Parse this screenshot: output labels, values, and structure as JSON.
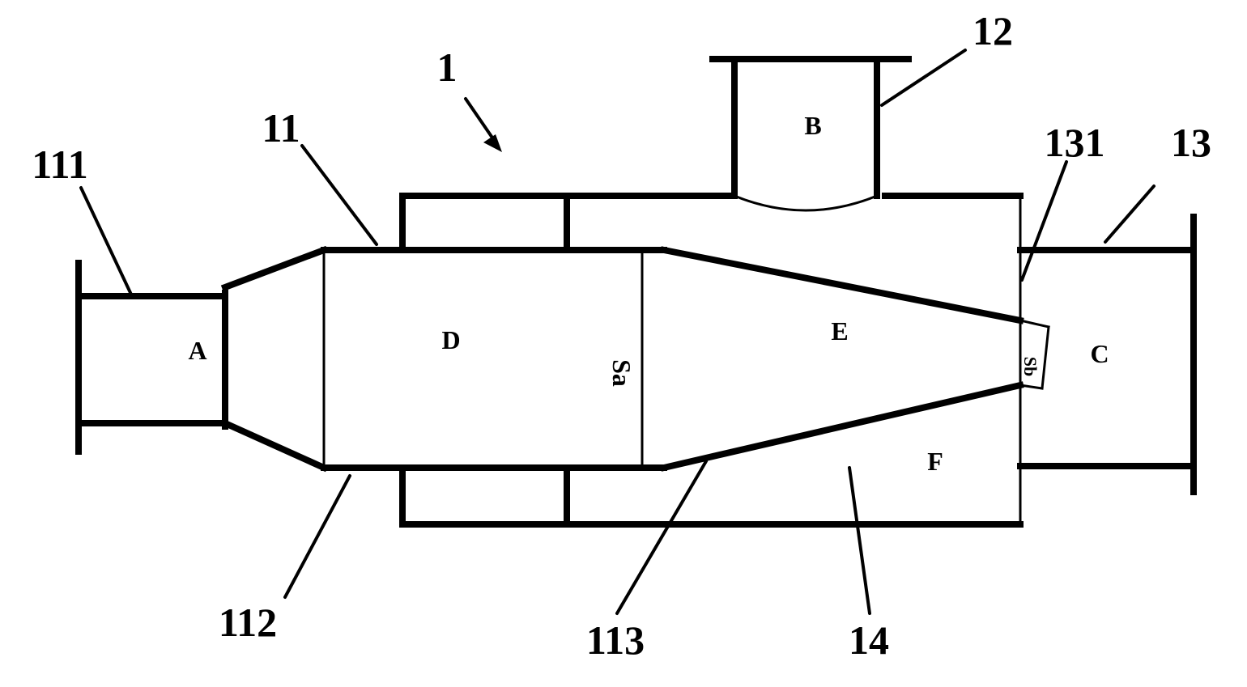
{
  "reference_numerals": {
    "assembly": "1",
    "body": "11",
    "inlet_pipe": "111",
    "contracting_section": "112",
    "diffuser_cone": "113",
    "side_port": "12",
    "outlet_pipe": "13",
    "outlet_wall": "131",
    "annular_chamber": "14"
  },
  "zones": {
    "inlet": "A",
    "side_port": "B",
    "outlet": "C",
    "mixing": "D",
    "diffuser": "E",
    "annular": "F",
    "section_a": "Sa",
    "section_b": "Sb"
  }
}
